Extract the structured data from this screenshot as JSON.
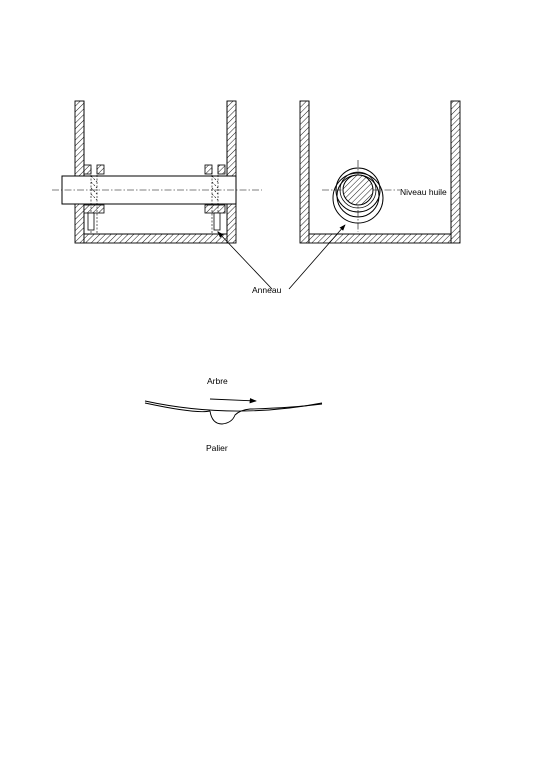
{
  "labels": {
    "niveau_huile": "Niveau huile",
    "anneau": "Anneau",
    "arbre": "Arbre",
    "palier": "Palier"
  }
}
